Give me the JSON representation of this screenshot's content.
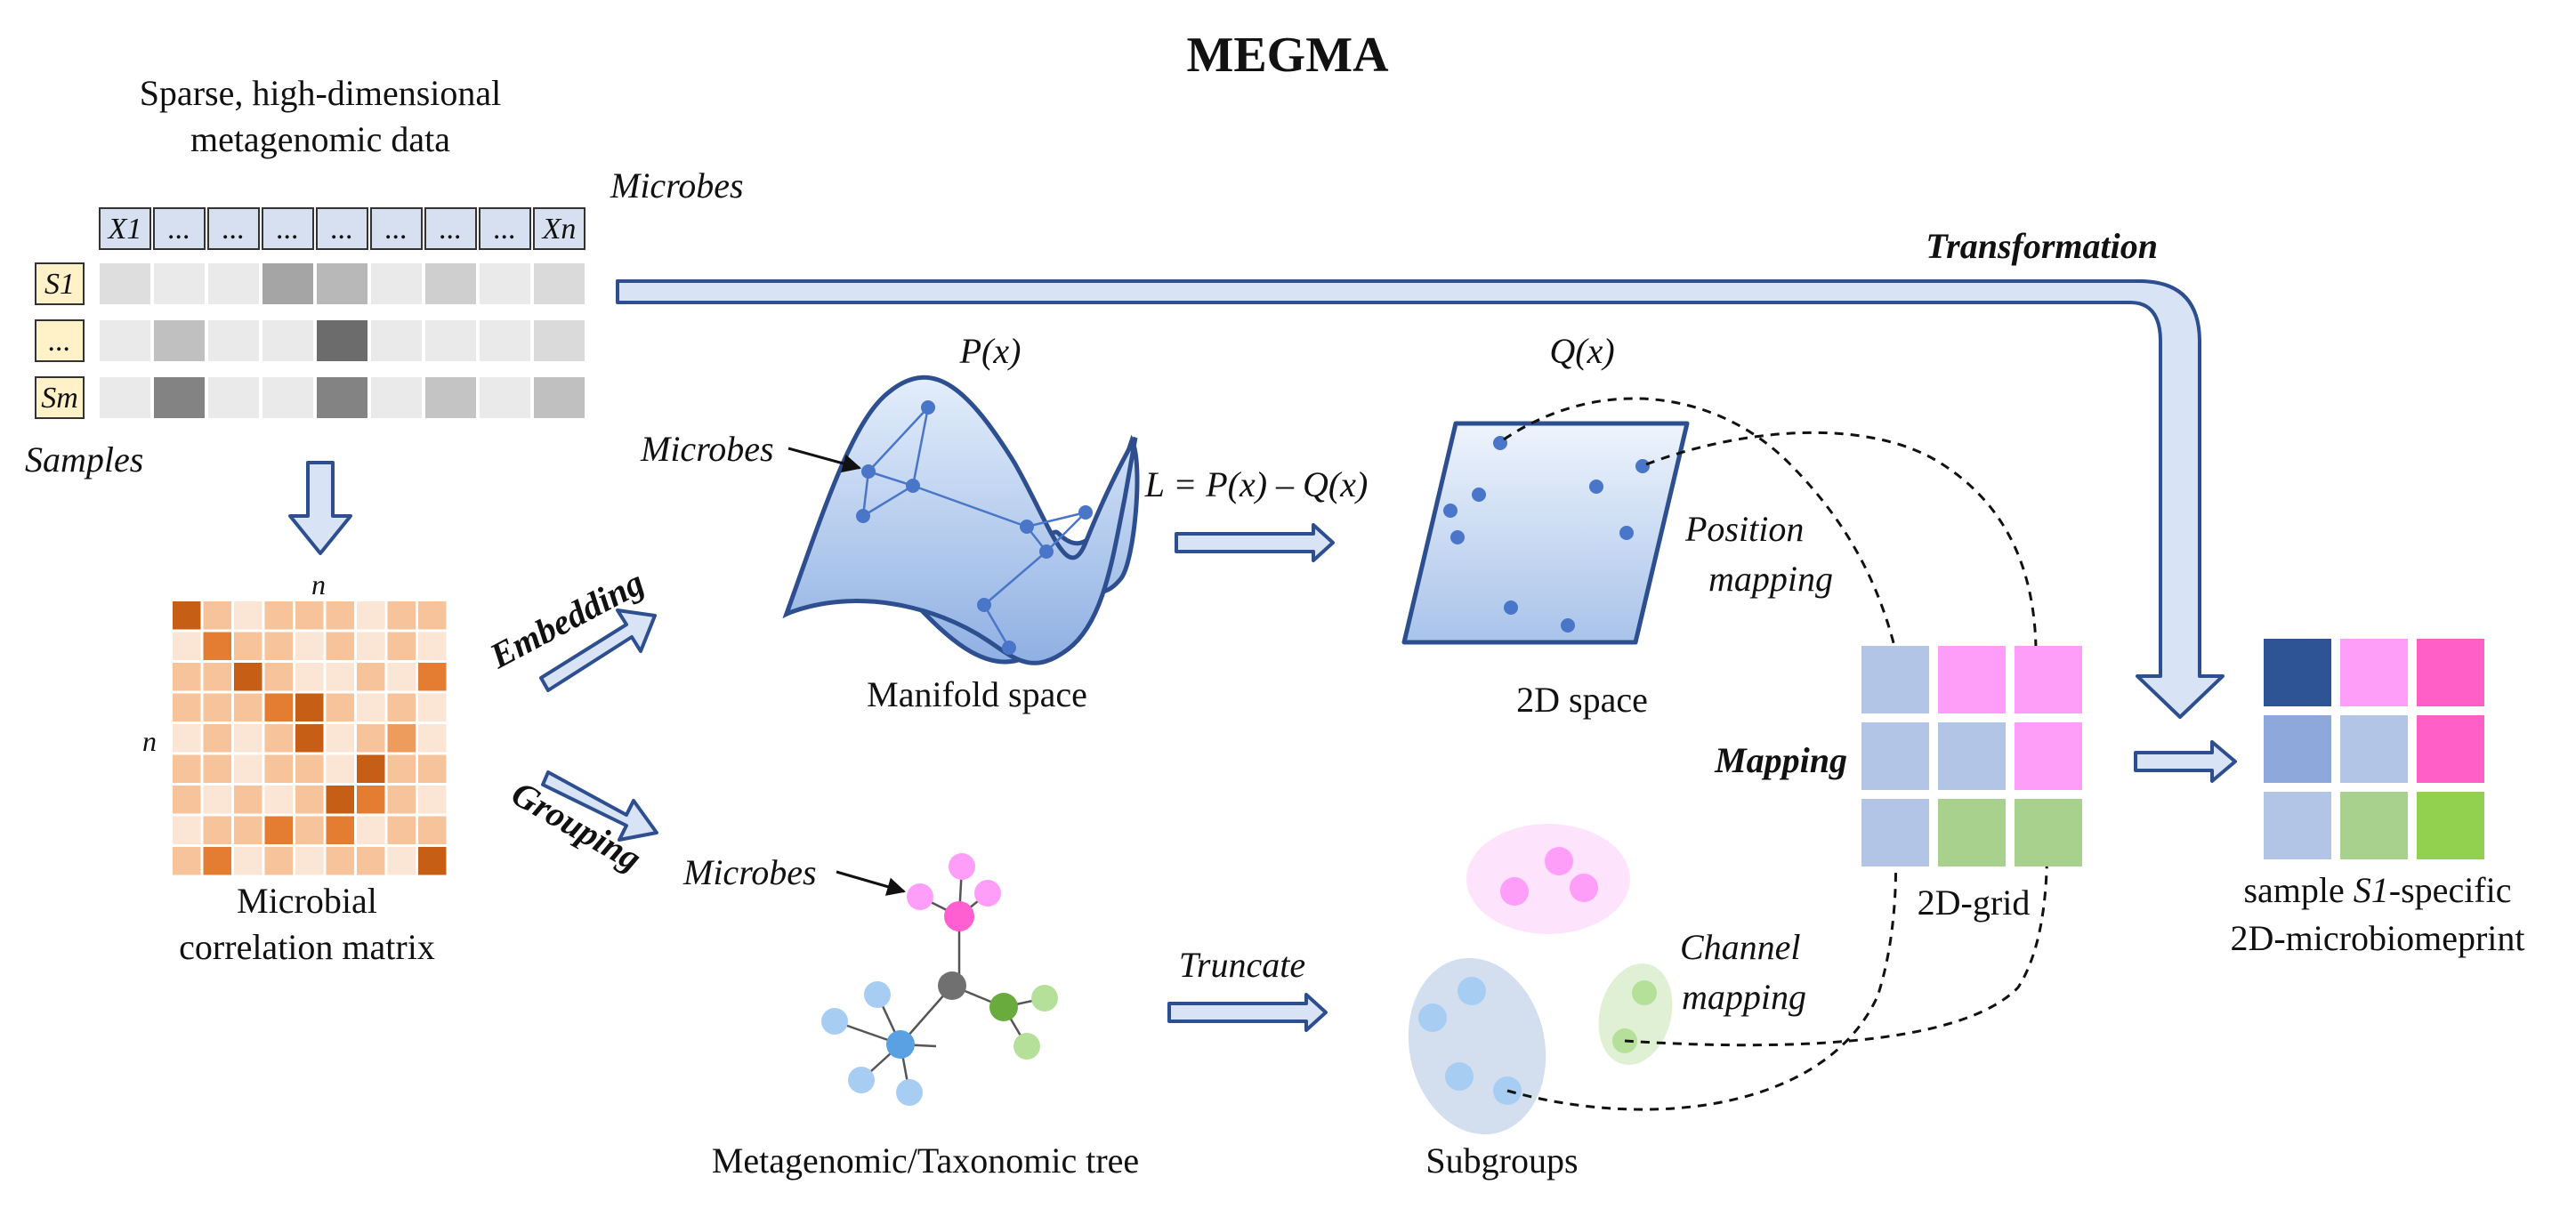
{
  "title": "MEGMA",
  "colors": {
    "arrow_fill": "#d8e3f6",
    "arrow_stroke": "#2e4f8f",
    "node_blue": "#4a76c9",
    "header_cell": "#d7e0f1",
    "sample_cell": "#fff2c9",
    "matrix_orange": [
      "#fbe6d5",
      "#f7c39a",
      "#ee9b5e",
      "#e47d32",
      "#c65f15"
    ],
    "grid_blue_light": "#b3c5e6",
    "grid_blue_mid": "#8ea8dc",
    "grid_blue_dark": "#2f5496",
    "grid_pink_light": "#ff9ef8",
    "grid_pink_dark": "#ff5fc6",
    "grid_green_light": "#a9d18e",
    "grid_green_dark": "#92d050"
  },
  "input": {
    "title_line1": "Sparse, high-dimensional",
    "title_line2": "metagenomic data",
    "microbes_label": "Microbes",
    "samples_label": "Samples",
    "column_headers": [
      "X1",
      "...",
      "...",
      "...",
      "...",
      "...",
      "...",
      "...",
      "Xn"
    ],
    "row_headers": [
      "S1",
      "...",
      "Sm"
    ],
    "cell_levels": [
      [
        0.12,
        0.06,
        0.06,
        0.42,
        0.32,
        0.06,
        0.2,
        0.06,
        0.14
      ],
      [
        0.06,
        0.28,
        0.06,
        0.06,
        0.72,
        0.06,
        0.06,
        0.06,
        0.14
      ],
      [
        0.06,
        0.6,
        0.06,
        0.06,
        0.6,
        0.06,
        0.26,
        0.06,
        0.28
      ]
    ]
  },
  "matrix": {
    "n_top": "n",
    "n_left": "n",
    "label_line1": "Microbial",
    "label_line2": "correlation matrix",
    "levels": [
      [
        4,
        1,
        0,
        1,
        1,
        1,
        0,
        1,
        1
      ],
      [
        0,
        3,
        1,
        1,
        0,
        1,
        0,
        1,
        0
      ],
      [
        1,
        1,
        4,
        1,
        0,
        0,
        1,
        0,
        3
      ],
      [
        1,
        1,
        1,
        3,
        4,
        1,
        0,
        1,
        0
      ],
      [
        0,
        1,
        0,
        1,
        4,
        0,
        1,
        2,
        0
      ],
      [
        1,
        1,
        0,
        1,
        1,
        0,
        4,
        1,
        1
      ],
      [
        1,
        0,
        1,
        0,
        1,
        4,
        3,
        1,
        0
      ],
      [
        0,
        1,
        1,
        3,
        1,
        3,
        0,
        1,
        1
      ],
      [
        1,
        3,
        0,
        1,
        0,
        1,
        1,
        0,
        4
      ]
    ]
  },
  "flow": {
    "embedding_label": "Embedding",
    "grouping_label": "Grouping",
    "transformation_label": "Transformation",
    "mapping_label": "Mapping",
    "truncate_label": "Truncate",
    "position_mapping_line1": "Position",
    "position_mapping_line2": "mapping",
    "channel_mapping_line1": "Channel",
    "channel_mapping_line2": "mapping"
  },
  "manifold": {
    "px_label": "P(x)",
    "microbes_label": "Microbes",
    "space_label": "Manifold space",
    "loss_label": "L = P(x) – Q(x)"
  },
  "space2d": {
    "qx_label": "Q(x)",
    "label": "2D space"
  },
  "tree": {
    "microbes_label": "Microbes",
    "label": "Metagenomic/Taxonomic tree"
  },
  "subgroups": {
    "label": "Subgroups"
  },
  "grid2d": {
    "label": "2D-grid",
    "cells": [
      [
        "grid_blue_light",
        "grid_pink_light",
        "grid_pink_light"
      ],
      [
        "grid_blue_light",
        "grid_blue_light",
        "grid_pink_light"
      ],
      [
        "grid_blue_light",
        "grid_green_light",
        "grid_green_light"
      ]
    ]
  },
  "output": {
    "label_prefix": "sample ",
    "label_em": "S1",
    "label_suffix": "-specific",
    "label_line2": "2D-microbiomeprint",
    "cells": [
      [
        "grid_blue_dark",
        "grid_pink_light",
        "grid_pink_dark"
      ],
      [
        "grid_blue_mid",
        "grid_blue_light",
        "grid_pink_dark"
      ],
      [
        "grid_blue_light",
        "grid_green_light",
        "grid_green_dark"
      ]
    ]
  }
}
